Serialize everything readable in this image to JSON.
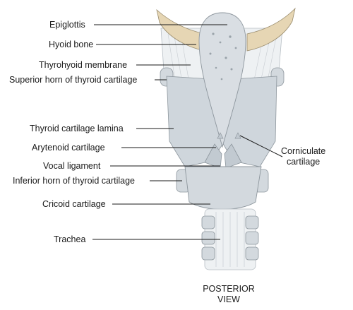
{
  "labels": {
    "epiglottis": "Epiglottis",
    "hyoid_bone": "Hyoid bone",
    "thyrohyoid_membrane": "Thyrohyoid membrane",
    "superior_horn": "Superior horn of thyroid cartilage",
    "thyroid_lamina": "Thyroid cartilage lamina",
    "arytenoid": "Arytenoid cartilage",
    "vocal_ligament": "Vocal ligament",
    "inferior_horn": "Inferior horn of thyroid cartilage",
    "cricoid": "Cricoid cartilage",
    "trachea": "Trachea",
    "corniculate_line1": "Corniculate",
    "corniculate_line2": "cartilage"
  },
  "view": {
    "line1": "POSTERIOR",
    "line2": "VIEW"
  },
  "colors": {
    "cartilage": "#d3d9de",
    "cartilage_dark": "#b9c1c8",
    "hyoid_bone": "#e6d6b4",
    "membrane": "#eef1f3",
    "outline": "#8d969d",
    "leader_line": "#1a1a1a"
  }
}
